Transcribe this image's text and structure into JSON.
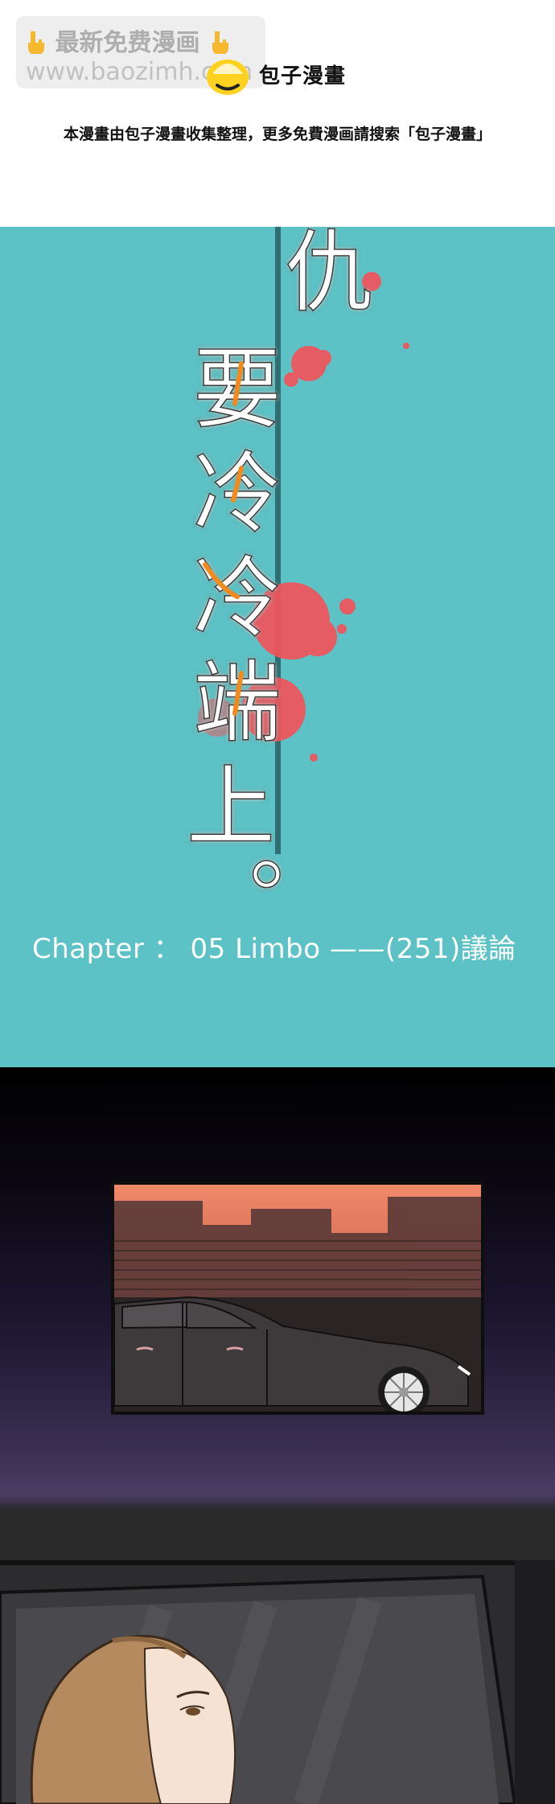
{
  "watermark": {
    "line1": "最新免费漫画",
    "line2": "www.baozimh.com",
    "icon": "pointing-down-hand-icon"
  },
  "brand": {
    "name": "包子漫畫",
    "logo_icon": "baozi-bun-logo-icon"
  },
  "notice": "本漫畫由包子漫畫收集整理，更多免費漫画請搜索「包子漫畫」",
  "title_panel": {
    "title_chars": [
      "仇",
      "要",
      "冷",
      "冷",
      "端",
      "上",
      "。"
    ],
    "chapter": "Chapter ： 05 Limbo ——(251)議論",
    "background": "#5cc2c5",
    "accent": "#f28a1d",
    "blood": "#f2545b"
  },
  "panels": {
    "car_scene": "car-scene-illustration",
    "interior_scene": "car-interior-woman-illustration"
  }
}
